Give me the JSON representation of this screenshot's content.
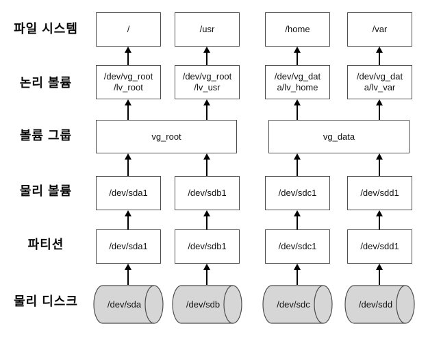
{
  "row_labels": {
    "file_system": "파일 시스템",
    "logical_volume": "논리 볼륨",
    "volume_group": "볼륨 그룹",
    "physical_volume": "물리 볼륨",
    "partition": "파티션",
    "physical_disk": "물리 디스크"
  },
  "file_systems": [
    "/",
    "/usr",
    "/home",
    "/var"
  ],
  "logical_volumes": [
    {
      "line1": "/dev/vg_root",
      "line2": "/lv_root"
    },
    {
      "line1": "/dev/vg_root",
      "line2": "/lv_usr"
    },
    {
      "line1": "/dev/vg_dat",
      "line2": "a/lv_home"
    },
    {
      "line1": "/dev/vg_dat",
      "line2": "a/lv_var"
    }
  ],
  "volume_groups": [
    "vg_root",
    "vg_data"
  ],
  "physical_volumes": [
    "/dev/sda1",
    "/dev/sdb1",
    "/dev/sdc1",
    "/dev/sdd1"
  ],
  "partitions": [
    "/dev/sda1",
    "/dev/sdb1",
    "/dev/sdc1",
    "/dev/sdd1"
  ],
  "physical_disks": [
    "/dev/sda",
    "/dev/sdb",
    "/dev/sdc",
    "/dev/sdd"
  ],
  "colors": {
    "box_border": "#4d4d4d",
    "box_fill": "#ffffff",
    "disk_fill": "#d6d6d6",
    "disk_stroke": "#4d4d4d",
    "arrow": "#000000",
    "text": "#111111",
    "background": "#ffffff"
  }
}
